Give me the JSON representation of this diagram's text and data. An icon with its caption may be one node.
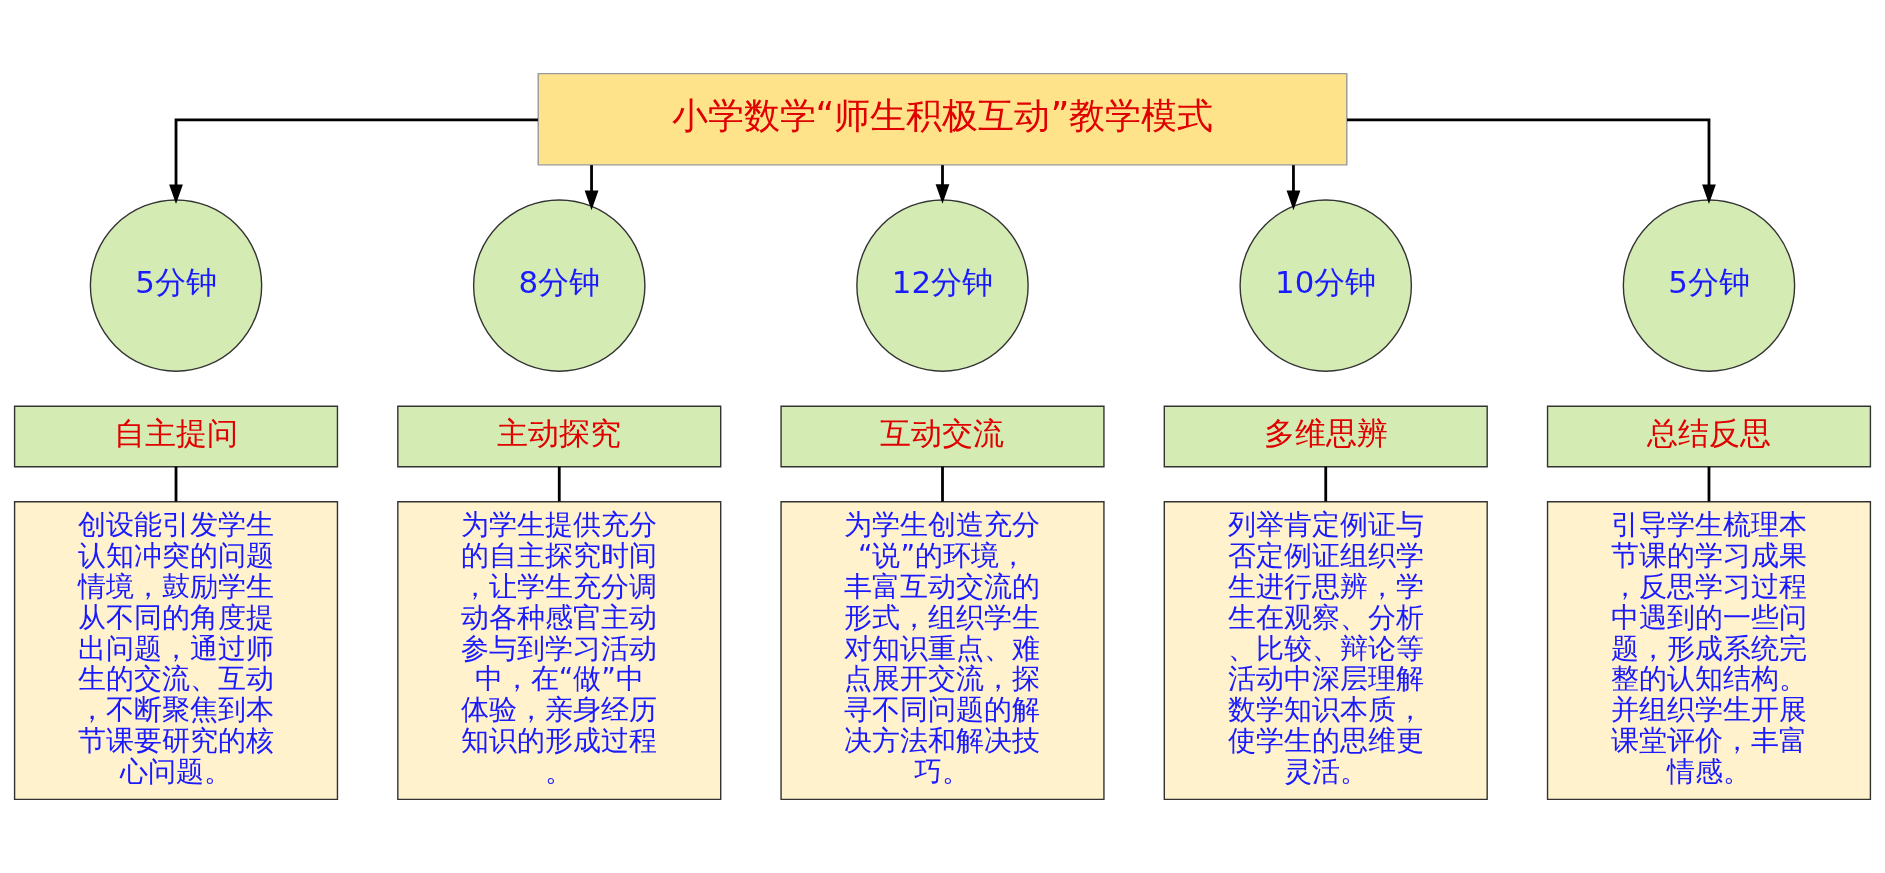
{
  "diagram": {
    "nodes": [
      {
        "text": [
          "小学数学“师生积极互动”教学模式"
        ]
      },
      {
        "text": [
          "5分钟"
        ]
      },
      {
        "text": [
          "8分钟"
        ]
      },
      {
        "text": [
          "12分钟"
        ]
      },
      {
        "text": [
          "10分钟"
        ]
      },
      {
        "text": [
          "5分钟"
        ]
      },
      {
        "text": [
          "自主提问"
        ]
      },
      {
        "text": [
          "主动探究"
        ]
      },
      {
        "text": [
          "互动交流"
        ]
      },
      {
        "text": [
          "多维思辨"
        ]
      },
      {
        "text": [
          "总结反思"
        ]
      },
      {
        "text": [
          "创设能引发学生认知冲突的问题情境，鼓励学生从不同的角度提出问题，通过师生的交流、互动，不断聚焦到本节课要研究的核心问题。"
        ]
      },
      {
        "text": [
          "为学生提供充分的自主探究时间，让学生充分调动各种感官主动参与到学习活动中，在“做”中体验，亲身经历知识的形成过程。"
        ]
      },
      {
        "text": [
          "为学生创造充分“说”的环境，丰富互动交流的形式，组织学生对知识重点、难点展开交流，探寻不同问题的解决方法和解决技巧。"
        ]
      },
      {
        "text": [
          "列举肯定例证与否定例证组织学生进行思辨，学生在观察、分析、比较、辩论等活动中深层理解数学知识本质，使学生的思维更灵活。"
        ]
      },
      {
        "text": [
          "引导学生梳理本节课的学习成果，反思学习过程中遇到的一些问题，形成系统完整的认知结构。并组织学生开展课堂评价，丰富情感。"
        ]
      }
    ],
    "edges": [
      {
        "from": 0,
        "to": 1,
        "arrow": "to"
      },
      {
        "from": 0,
        "to": 2,
        "arrow": "to"
      },
      {
        "from": 0,
        "to": 3,
        "arrow": "to"
      },
      {
        "from": 0,
        "to": 4,
        "arrow": "to"
      },
      {
        "from": 0,
        "to": 5,
        "arrow": "to"
      },
      {
        "from": 6,
        "to": 11,
        "arrow": "none"
      },
      {
        "from": 7,
        "to": 12,
        "arrow": "none"
      },
      {
        "from": 8,
        "to": 13,
        "arrow": "none"
      },
      {
        "from": 9,
        "to": 14,
        "arrow": "none"
      },
      {
        "from": 10,
        "to": 15,
        "arrow": "none"
      }
    ]
  }
}
